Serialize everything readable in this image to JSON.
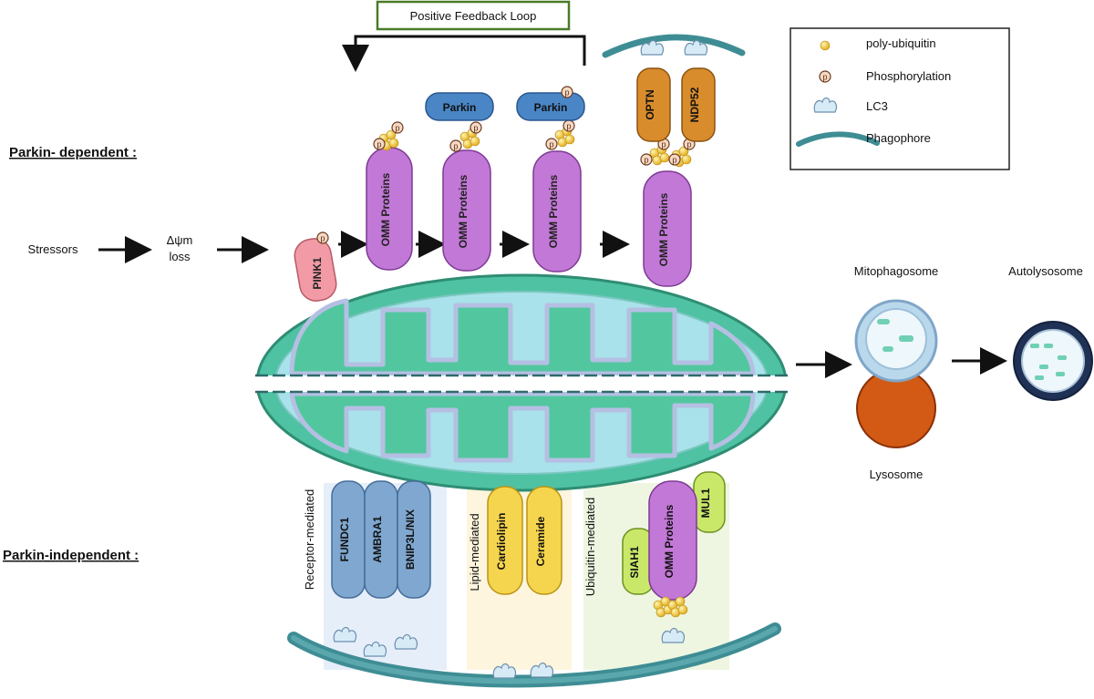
{
  "title_feedback": "Positive Feedback Loop",
  "sections": {
    "dependent": "Parkin- dependent :",
    "independent": "Parkin-independent :"
  },
  "pathway": {
    "stressors": "Stressors",
    "delta_line1": "Δψm",
    "delta_line2": "loss",
    "pink1": "PINK1",
    "omm": "OMM Proteins",
    "parkin": "Parkin",
    "optn": "OPTN",
    "ndp52": "NDP52",
    "p": "p"
  },
  "legend": {
    "items": [
      {
        "label": "poly-ubiquitin",
        "icon": "yellow-spheres"
      },
      {
        "label": "Phosphorylation",
        "icon": "p-circle"
      },
      {
        "label": "LC3",
        "icon": "lc3-shape"
      },
      {
        "label": "Phagophore",
        "icon": "phagophore-arc"
      }
    ]
  },
  "downstream": {
    "mitophagosome": "Mitophagosome",
    "autolysosome": "Autolysosome",
    "lysosome": "Lysosome"
  },
  "independent": {
    "receptor_label": "Receptor-mediated",
    "lipid_label": "Lipid-mediated",
    "ubiquitin_label": "Ubiquitin-mediated",
    "receptors": [
      "FUNDC1",
      "AMBRA1",
      "BNIP3L/NIX"
    ],
    "lipids": [
      "Cardiolipin",
      "Ceramide"
    ],
    "siah1": "SIAH1",
    "mul1": "MUL1",
    "omm": "OMM Proteins"
  },
  "colors": {
    "omm_purple": "#c278d6",
    "parkin_blue": "#4a86c5",
    "pink1_pink": "#f29aa6",
    "optn_orange": "#d98c2c",
    "receptor_blue": "#7fa7cf",
    "lipid_yellow": "#f6d54e",
    "ubq_green": "#c9e86a",
    "mito_teal": "#6fd0b4",
    "lysosome_orange": "#d35a14",
    "phagophore": "#3f8d94"
  }
}
